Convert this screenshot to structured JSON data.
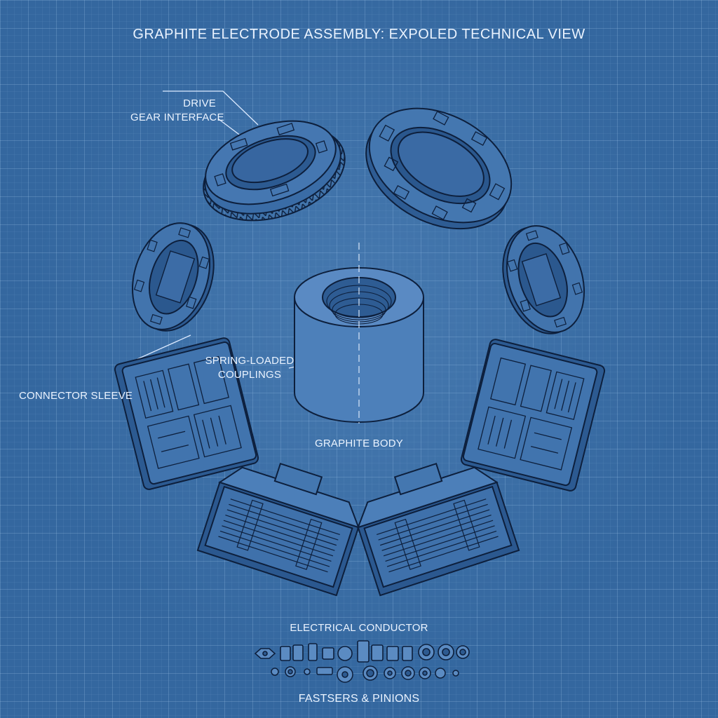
{
  "title": "GRAPHITE ELECTRODE ASSEMBLY: EXPOLED TECHNICAL VIEW",
  "labels": {
    "drive_line1": "DRIVE",
    "drive_line2": "GEAR INTERFACE",
    "connector_sleeve": "CONNECTOR SLEEVE",
    "spring_line1": "SPRING-LOADED",
    "spring_line2": "COUPLINGS",
    "graphite_body": "GRAPHITE BODY",
    "electrical_conductor": "ELECTRICAL CONDUCTOR",
    "fasteners": "FASTSERS & PINIONS"
  },
  "colors": {
    "background": "#34679f",
    "line": "#0d1f3c",
    "label": "#eaf3ff",
    "part_fill": "#3d70aa"
  }
}
